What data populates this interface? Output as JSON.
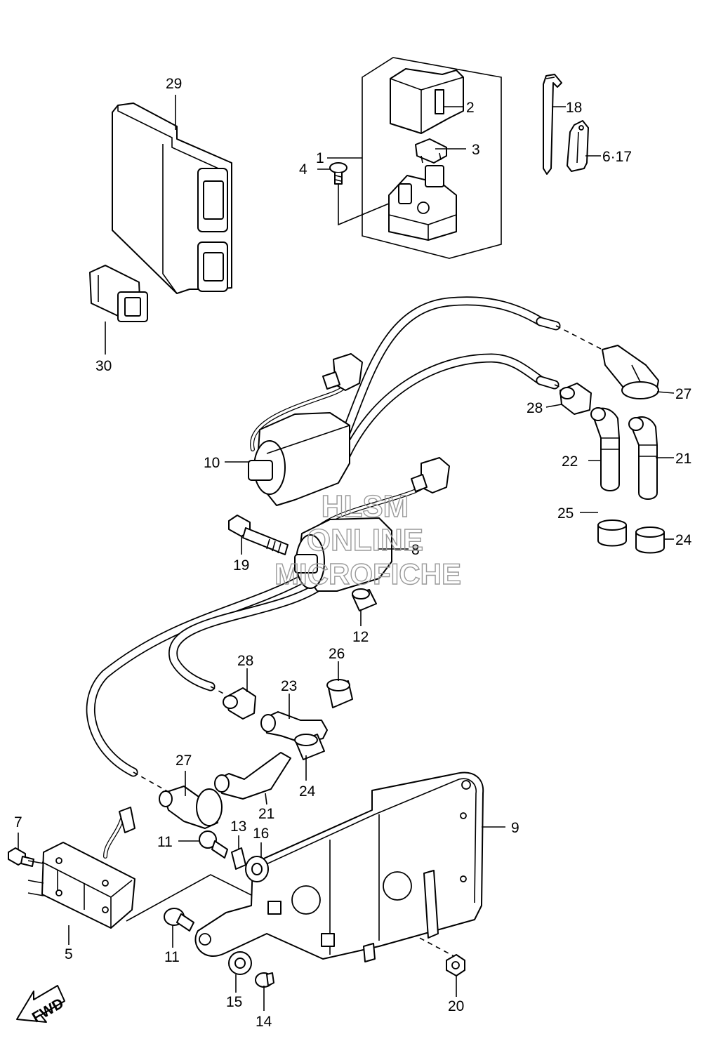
{
  "callouts": [
    {
      "id": "c1",
      "label": "1"
    },
    {
      "id": "c2",
      "label": "2"
    },
    {
      "id": "c3",
      "label": "3"
    },
    {
      "id": "c4",
      "label": "4"
    },
    {
      "id": "c5",
      "label": "5"
    },
    {
      "id": "c617",
      "label": "6·17"
    },
    {
      "id": "c7",
      "label": "7"
    },
    {
      "id": "c8",
      "label": "8"
    },
    {
      "id": "c9",
      "label": "9"
    },
    {
      "id": "c10",
      "label": "10"
    },
    {
      "id": "c11a",
      "label": "11"
    },
    {
      "id": "c11b",
      "label": "11"
    },
    {
      "id": "c12",
      "label": "12"
    },
    {
      "id": "c13",
      "label": "13"
    },
    {
      "id": "c14",
      "label": "14"
    },
    {
      "id": "c15",
      "label": "15"
    },
    {
      "id": "c16",
      "label": "16"
    },
    {
      "id": "c18",
      "label": "18"
    },
    {
      "id": "c19",
      "label": "19"
    },
    {
      "id": "c20",
      "label": "20"
    },
    {
      "id": "c21a",
      "label": "21"
    },
    {
      "id": "c21b",
      "label": "21"
    },
    {
      "id": "c22",
      "label": "22"
    },
    {
      "id": "c23",
      "label": "23"
    },
    {
      "id": "c24a",
      "label": "24"
    },
    {
      "id": "c24b",
      "label": "24"
    },
    {
      "id": "c25",
      "label": "25"
    },
    {
      "id": "c26",
      "label": "26"
    },
    {
      "id": "c27a",
      "label": "27"
    },
    {
      "id": "c27b",
      "label": "27"
    },
    {
      "id": "c28a",
      "label": "28"
    },
    {
      "id": "c28b",
      "label": "28"
    },
    {
      "id": "c29",
      "label": "29"
    },
    {
      "id": "c30",
      "label": "30"
    }
  ],
  "watermark": {
    "line1": "HLSM",
    "line2": "ONLINE",
    "line3": "MICROFICHE"
  },
  "fwd_arrow": {
    "label": "FWD",
    "icon": "fwd-arrow-icon"
  }
}
